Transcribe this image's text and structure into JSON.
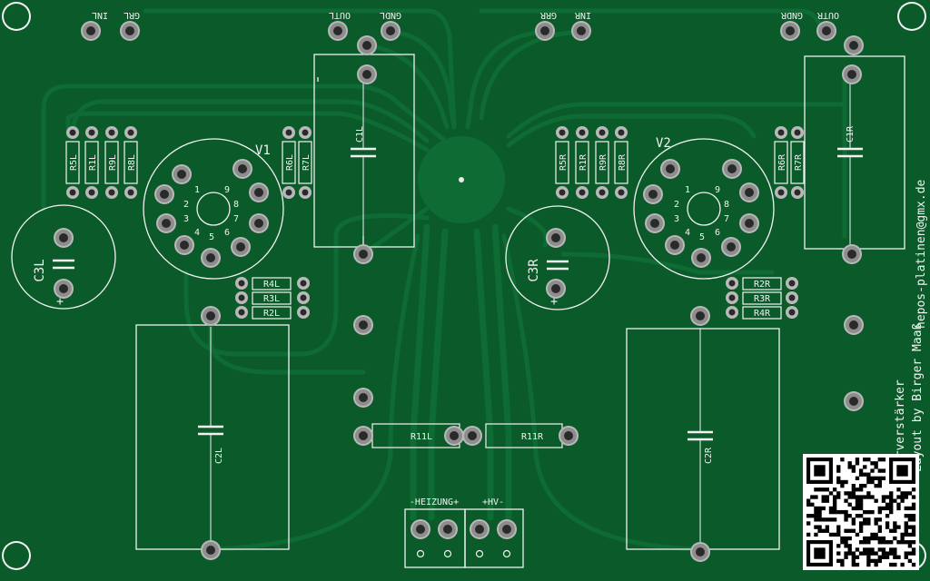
{
  "board": {
    "colors": {
      "substrate": "#0b5a2a",
      "copper": "#0e6b33",
      "silk": "#f2f2f2",
      "pad": "#b9b9b9",
      "hole": "#222222"
    },
    "credits": {
      "line1": "Vorverstärker",
      "line2": "Layout by Birger Maaß",
      "line3": "hepos-platinen@gmx.de"
    }
  },
  "labels": {
    "inl": "INL",
    "grl": "GRL",
    "outl": "OUTL",
    "gndl": "GNDL",
    "grr": "GRR",
    "inr": "INR",
    "gndr": "GNDR",
    "outr": "OUTR",
    "v1": "V1",
    "v2": "V2",
    "c1l": "C1L",
    "c1r": "C1R",
    "c2l": "C2L",
    "c2r": "C2R",
    "c3l": "C3L",
    "c3r": "C3R",
    "r5l": "R5L",
    "r1l": "R1L",
    "r9l": "R9L",
    "r8l": "R8L",
    "r6l": "R6L",
    "r7l": "R7L",
    "r4l": "R4L",
    "r3l": "R3L",
    "r2l": "R2L",
    "r5r": "R5R",
    "r1r": "R1R",
    "r9r": "R9R",
    "r8r": "R8R",
    "r6r": "R6R",
    "r7r": "R7R",
    "r2r": "R2R",
    "r3r": "R3R",
    "r4r": "R4R",
    "r11l": "R11L",
    "r11r": "R11R",
    "heizung": "-HEIZUNG+",
    "hv": "+HV-",
    "plus": "+",
    "pins": [
      "1",
      "2",
      "3",
      "4",
      "5",
      "6",
      "7",
      "8",
      "9"
    ]
  }
}
